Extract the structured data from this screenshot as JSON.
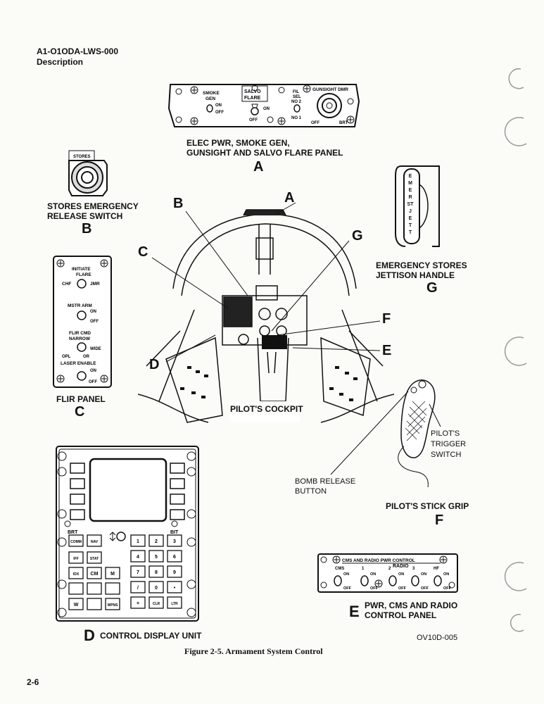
{
  "header": {
    "doc_id": "A1-O1ODA-LWS-000",
    "section": "Description"
  },
  "panel_a": {
    "caption_line1": "ELEC PWR, SMOKE GEN,",
    "caption_line2": "GUNSIGHT AND SALVO FLARE PANEL",
    "letter": "A",
    "smoke_gen": "SMOKE",
    "smoke_gen2": "GEN",
    "on": "ON",
    "off": "OFF",
    "salvo": "SALVO",
    "flare": "FLARE",
    "fil_sel": "FIL",
    "fil_sel2": "SEL",
    "no2": "NO 2",
    "no1": "NO 1",
    "gunsight_dmr": "GUNSIGHT DMR",
    "brt": "BRT"
  },
  "panel_b": {
    "caption_line1": "STORES EMERGENCY",
    "caption_line2": "RELEASE SWITCH",
    "letter": "B",
    "label": "STORES"
  },
  "panel_c": {
    "caption": "FLIR PANEL",
    "letter": "C",
    "initiate": "INITIATE",
    "flare": "FLARE",
    "chf": "CHF",
    "jmr": "JMR",
    "mstr_arm": "MSTR ARM",
    "on": "ON",
    "off": "OFF",
    "flir_cmd": "FLIR CMD",
    "narrow": "NARROW",
    "wide": "WIDE",
    "opl": "OPL",
    "or": "OR",
    "laser_enable": "LASER ENABLE",
    "on2": "ON",
    "off2": "OFF"
  },
  "panel_d": {
    "caption": "CONTROL DISPLAY UNIT",
    "letter": "D",
    "brt": "BRT",
    "bit": "BIT",
    "keys_row1": [
      "COMM",
      "NAV"
    ],
    "numkeys": [
      "1",
      "2",
      "3",
      "4",
      "5",
      "6",
      "7",
      "8",
      "9",
      "/",
      "0",
      "•",
      "+",
      "CLR",
      "LTR"
    ],
    "fn_keys": [
      "IFF",
      "STAT",
      "IDX",
      "CM",
      "M",
      "",
      "",
      "",
      "W",
      "",
      "WPNS"
    ]
  },
  "panel_e": {
    "title": "CMS AND RADIO PWR CONTROL",
    "cms": "CMS",
    "radio": "RADIO",
    "r1": "1",
    "r2": "2",
    "r3": "3",
    "hf": "HF",
    "on": "ON",
    "off": "OFF",
    "letter": "E",
    "caption_line1": "PWR, CMS AND RADIO",
    "caption_line2": "CONTROL PANEL"
  },
  "panel_f": {
    "trigger1": "PILOT'S",
    "trigger2": "TRIGGER",
    "trigger3": "SWITCH",
    "bomb1": "BOMB RELEASE",
    "bomb2": "BUTTON",
    "caption": "PILOT'S STICK GRIP",
    "letter": "F"
  },
  "panel_g": {
    "caption_line1": "EMERGENCY STORES",
    "caption_line2": "JETTISON HANDLE",
    "letter": "G",
    "handle_text": [
      "E",
      "M",
      "E",
      "R",
      "ST",
      "J",
      "E",
      "T",
      "T"
    ]
  },
  "cockpit": {
    "caption": "PILOT'S COCKPIT",
    "callouts": [
      "A",
      "B",
      "C",
      "D",
      "E",
      "F",
      "G"
    ]
  },
  "figure": {
    "code": "OV10D-005",
    "title": "Figure 2-5.  Armament System Control"
  },
  "footer": {
    "page": "2-6"
  }
}
